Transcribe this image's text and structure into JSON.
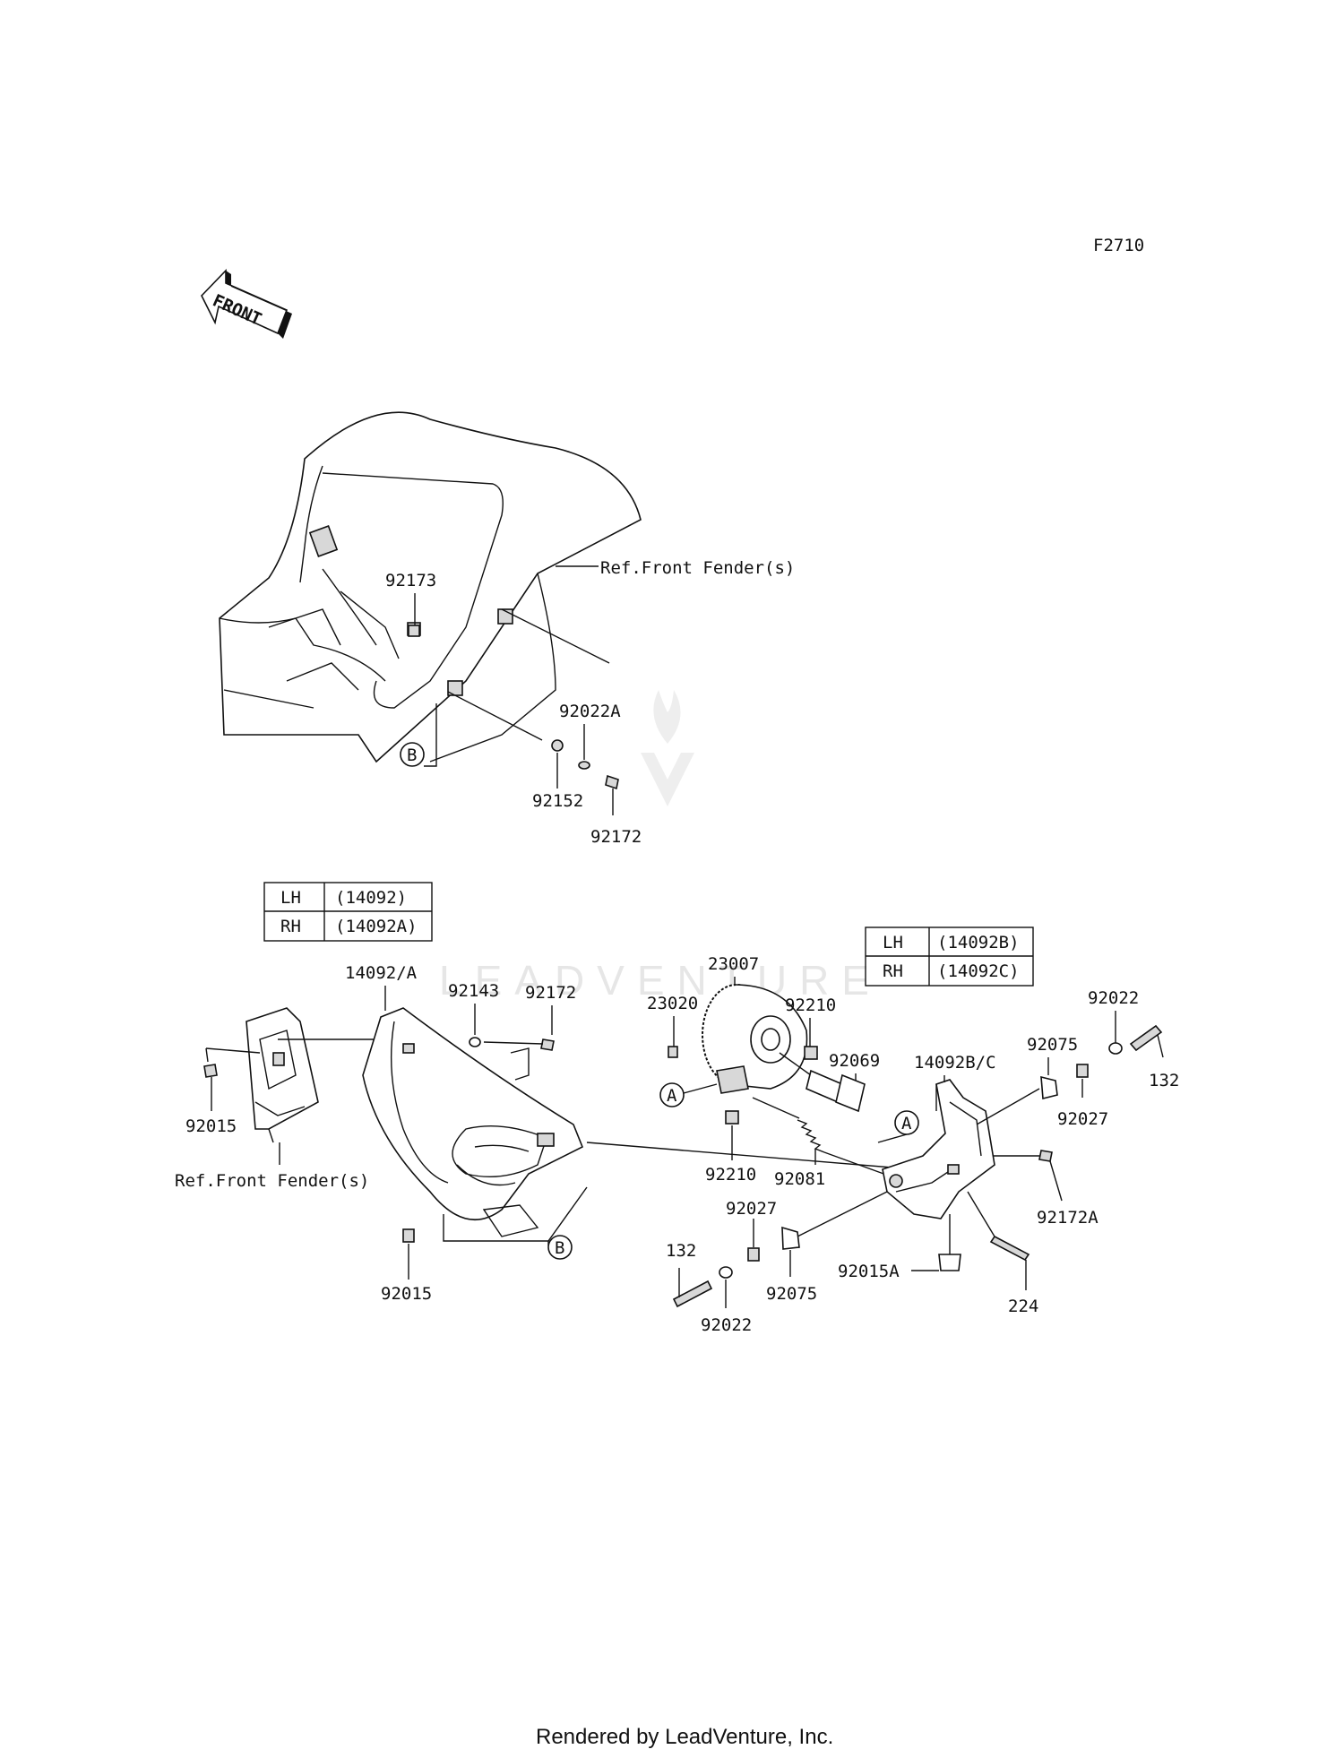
{
  "diagram_code": "F2710",
  "front_arrow_label": "FRONT",
  "watermark_text": "LEADVENTURE",
  "footer_text": "Rendered by LeadVenture, Inc.",
  "ref_front_fenders_top": "Ref.Front Fender(s)",
  "ref_front_fenders_left": "Ref.Front Fender(s)",
  "callouts": {
    "a1": "A",
    "a2": "A",
    "b1": "B",
    "b2": "B"
  },
  "table_left": {
    "rows": [
      {
        "side": "LH",
        "part": "(14092)"
      },
      {
        "side": "RH",
        "part": "(14092A)"
      }
    ]
  },
  "table_right": {
    "rows": [
      {
        "side": "LH",
        "part": "(14092B)"
      },
      {
        "side": "RH",
        "part": "(14092C)"
      }
    ]
  },
  "labels": {
    "p92173": "92173",
    "p92022A": "92022A",
    "p92152": "92152",
    "p92172_top": "92172",
    "p14092A": "14092/A",
    "p92143": "92143",
    "p92172_mid": "92172",
    "p92015_left": "92015",
    "p92015_mid": "92015",
    "p23007": "23007",
    "p23020": "23020",
    "p92210_top": "92210",
    "p92069": "92069",
    "p92210_bot": "92210",
    "p92081": "92081",
    "p14092BC": "14092B/C",
    "p92075_top": "92075",
    "p92022_top": "92022",
    "p132_top": "132",
    "p92027_top": "92027",
    "p92172A": "92172A",
    "p92015A": "92015A",
    "p224": "224",
    "p132_bot": "132",
    "p92027_bot": "92027",
    "p92075_bot": "92075",
    "p92022_bot": "92022"
  }
}
